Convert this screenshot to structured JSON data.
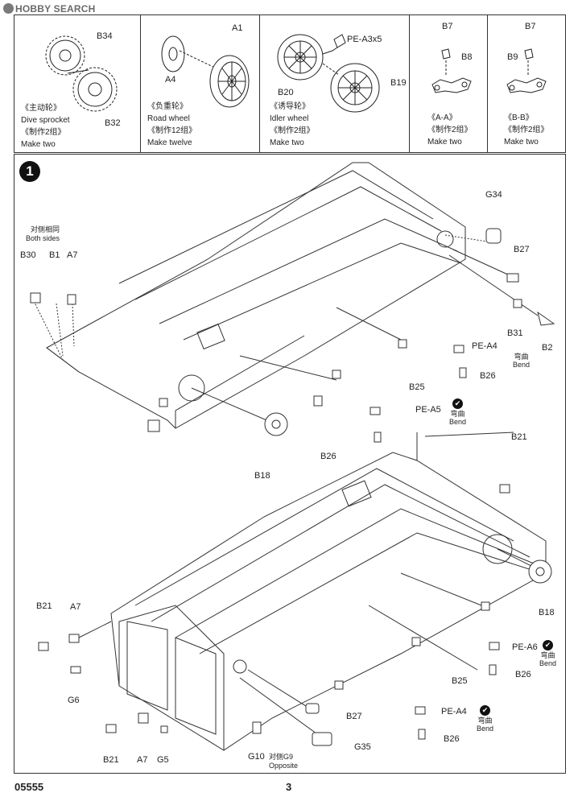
{
  "watermark": "HOBBY SEARCH",
  "panels": [
    {
      "parts": [
        "B34",
        "B32"
      ],
      "cn": "《主动轮》",
      "en": "Dive sprocket",
      "cn_qty": "《制作2组》",
      "en_qty": "Make two"
    },
    {
      "parts": [
        "A1",
        "A4"
      ],
      "cn": "《负重轮》",
      "en": "Road wheel",
      "cn_qty": "《制作12组》",
      "en_qty": "Make twelve"
    },
    {
      "parts": [
        "PE-A3x5",
        "B20",
        "B19"
      ],
      "cn": "《诱导轮》",
      "en": "Idler wheel",
      "cn_qty": "《制作2组》",
      "en_qty": "Make two"
    },
    {
      "parts": [
        "B7",
        "B8"
      ],
      "cn": "《A-A》",
      "cn_qty": "《制作2组》",
      "en_qty": "Make two"
    },
    {
      "parts": [
        "B7",
        "B9"
      ],
      "cn": "《B-B》",
      "cn_qty": "《制作2组》",
      "en_qty": "Make two"
    }
  ],
  "step": {
    "number": "1",
    "note_cn": "对侧相同",
    "note_en": "Both sides",
    "bend_cn": "弯曲",
    "bend_en": "Bend",
    "check_glyph": "✔",
    "opposite_cn": "对侧G9",
    "opposite_en": "Opposite",
    "labels": {
      "b30": "B30",
      "b1": "B1",
      "a7_top": "A7",
      "g34": "G34",
      "b27_top": "B27",
      "b31": "B31",
      "b2": "B2",
      "pea4_top": "PE-A4",
      "b26_top": "B26",
      "b25_top": "B25",
      "pea5": "PE-A5",
      "b26_mid": "B26",
      "b18_top": "B18",
      "b21_top": "B21",
      "b21_left": "B21",
      "a7_left": "A7",
      "g6": "G6",
      "b21_bot": "B21",
      "a7_bot": "A7",
      "g5": "G5",
      "g10": "G10",
      "g35": "G35",
      "b27_bot": "B27",
      "b25_bot": "B25",
      "b18_bot": "B18",
      "pea6": "PE-A6",
      "b26_r1": "B26",
      "pea4_bot": "PE-A4",
      "b26_bot": "B26"
    }
  },
  "footer": {
    "code": "05555",
    "page": "3"
  }
}
